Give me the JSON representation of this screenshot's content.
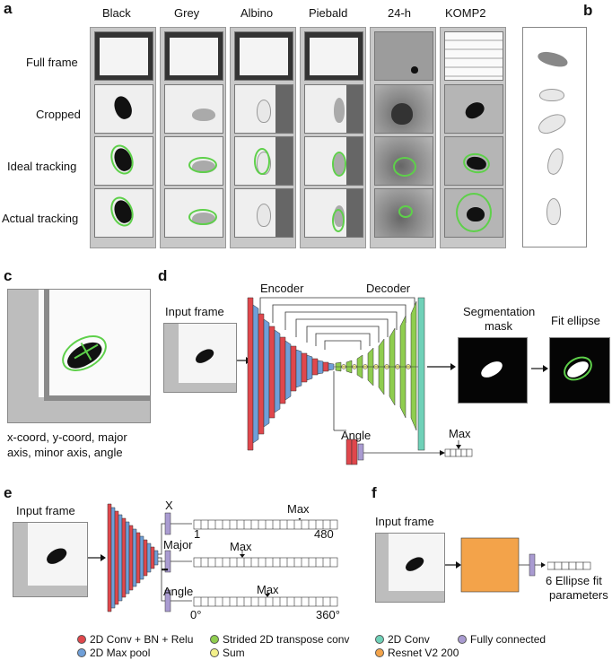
{
  "panels": {
    "a": "a",
    "b": "b",
    "c": "c",
    "d": "d",
    "e": "e",
    "f": "f"
  },
  "panel_a": {
    "columns": [
      "Black",
      "Grey",
      "Albino",
      "Piebald",
      "24-h",
      "KOMP2"
    ],
    "rows": [
      "Full frame",
      "Cropped",
      "Ideal tracking",
      "Actual tracking"
    ]
  },
  "panel_c": {
    "caption_line1": "x-coord, y-coord, major",
    "caption_line2": "axis, minor axis, angle"
  },
  "panel_d": {
    "input_label": "Input frame",
    "encoder_label": "Encoder",
    "decoder_label": "Decoder",
    "segmentation_label_1": "Segmentation",
    "segmentation_label_2": "mask",
    "fit_ellipse_label": "Fit ellipse",
    "angle_label": "Angle",
    "max_label": "Max"
  },
  "panel_e": {
    "input_label": "Input frame",
    "x_label": "X",
    "major_label": "Major",
    "angle_label": "Angle",
    "max_label": "Max",
    "x_min": "1",
    "x_max": "480",
    "angle_min": "0°",
    "angle_max": "360°",
    "ellipsis": "▪▪▪"
  },
  "panel_f": {
    "input_label": "Input frame",
    "output_line1": "6 Ellipse fit",
    "output_line2": "parameters"
  },
  "legend": [
    {
      "label": "2D Conv + BN + Relu",
      "color": "#e0474c"
    },
    {
      "label": "Strided 2D transpose conv",
      "color": "#8fcd4f"
    },
    {
      "label": "2D Conv",
      "color": "#6fd1b8"
    },
    {
      "label": "Fully connected",
      "color": "#a99bd1"
    },
    {
      "label": "2D Max pool",
      "color": "#6f9fd8"
    },
    {
      "label": "Sum",
      "color": "#f3f08a"
    },
    {
      "label": "Resnet V2 200",
      "color": "#f3a34a"
    }
  ]
}
